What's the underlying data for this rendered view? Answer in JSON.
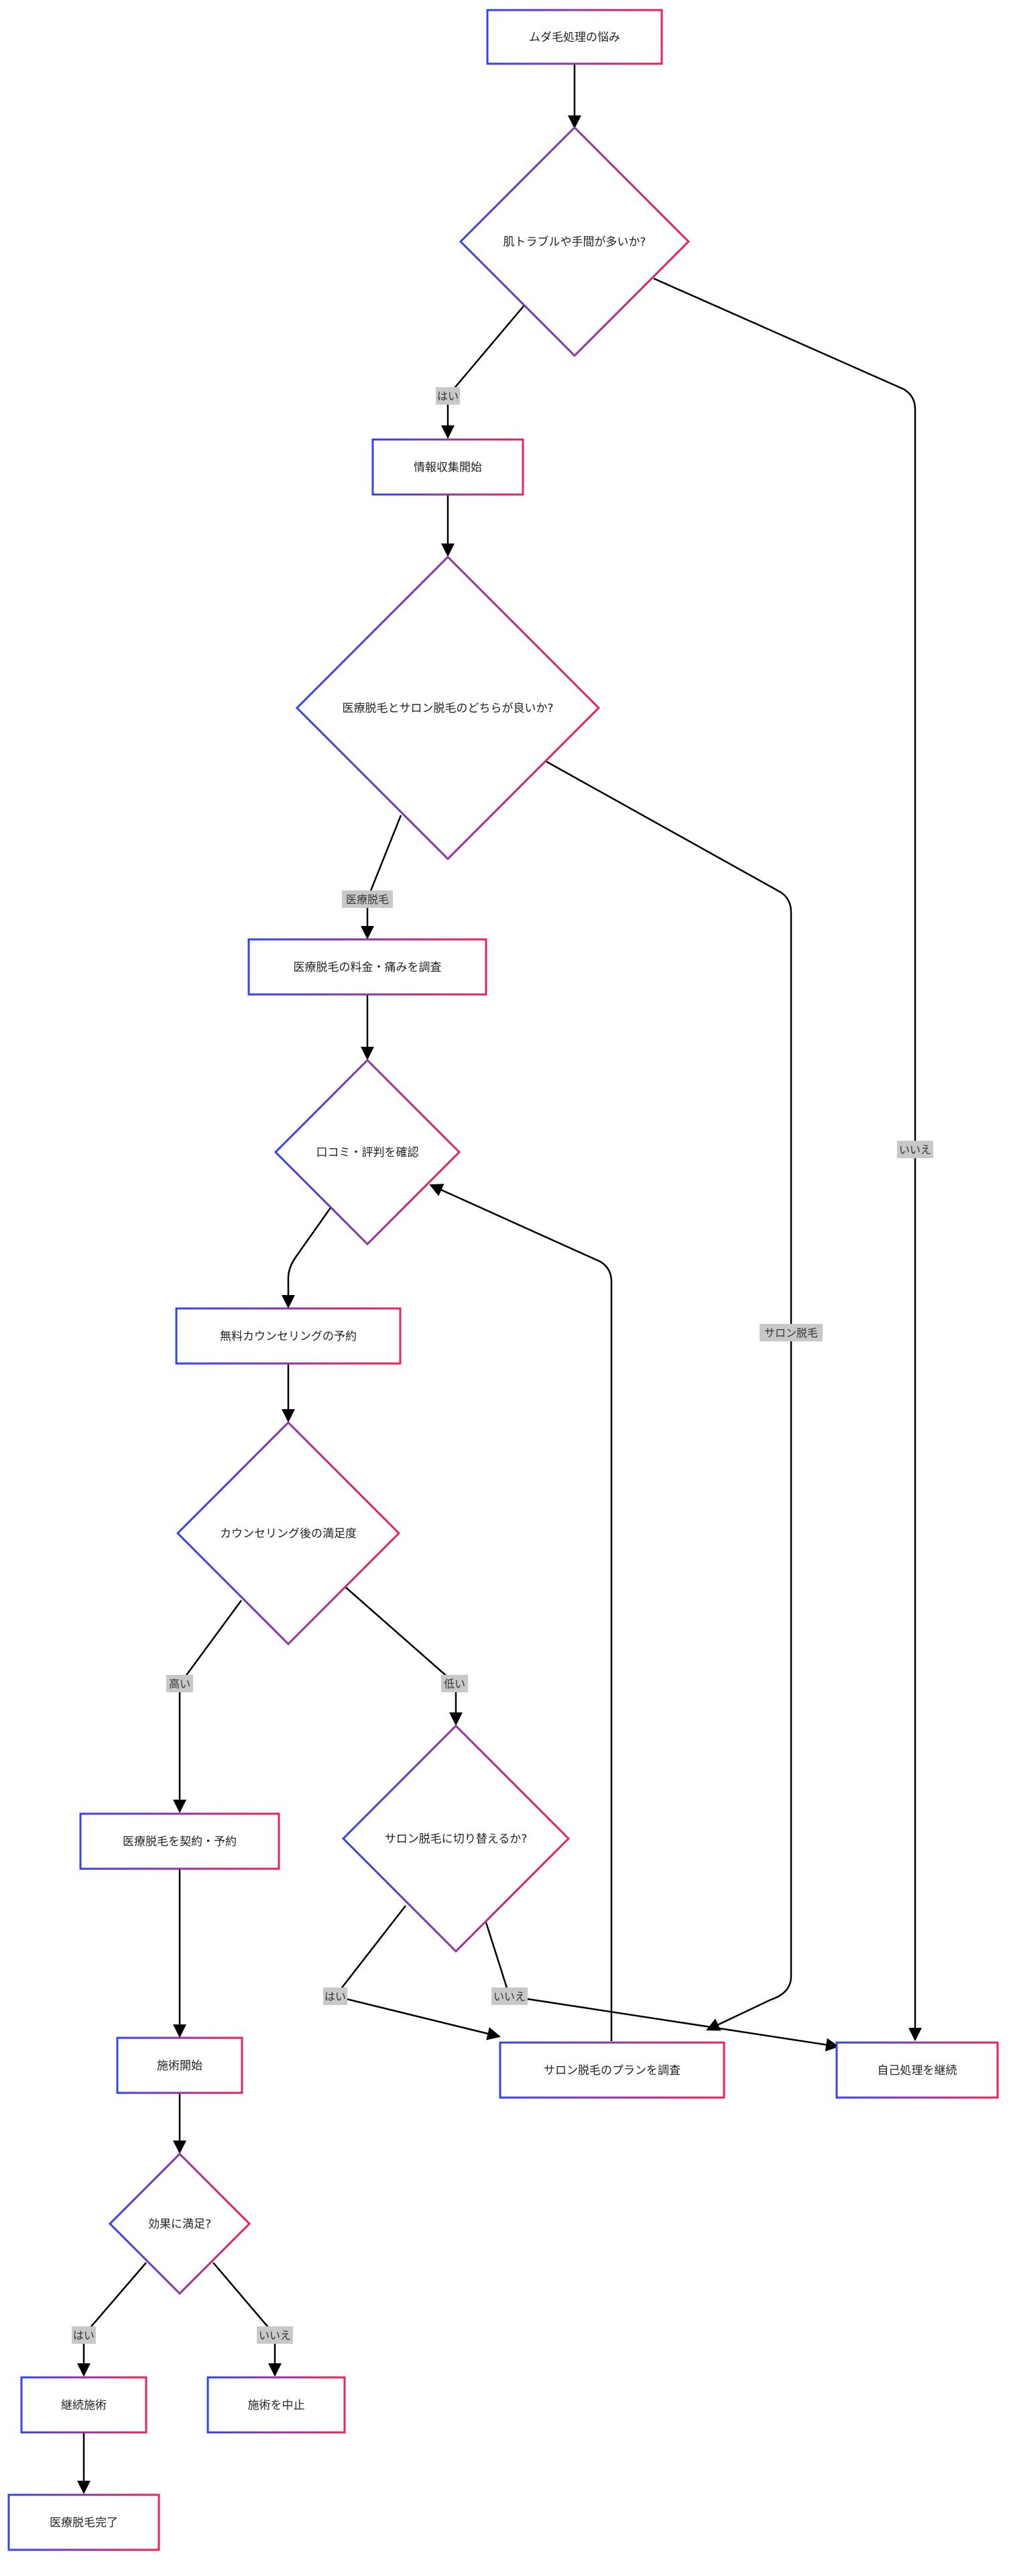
{
  "diagram": {
    "type": "flowchart",
    "style": {
      "border_start": "#3344ee",
      "border_end": "#ee2255",
      "edge_color": "#000000",
      "label_bg": "#c8c8c8"
    },
    "nodes": {
      "start": "ムダ毛処理の悩み",
      "q_trouble": "肌トラブルや手間が多いか?",
      "research": "情報収集開始",
      "q_type": "医療脱毛とサロン脱毛のどちらが良いか?",
      "medical_research": "医療脱毛の料金・痛みを調査",
      "reviews": "口コミ・評判を確認",
      "counseling": "無料カウンセリングの予約",
      "q_satisfaction": "カウンセリング後の満足度",
      "contract": "医療脱毛を契約・予約",
      "q_switch": "サロン脱毛に切り替えるか?",
      "treatment_start": "施術開始",
      "salon_plan": "サロン脱毛のプランを調査",
      "self_care": "自己処理を継続",
      "q_effect": "効果に満足?",
      "continue": "継続施術",
      "stop": "施術を中止",
      "complete": "医療脱毛完了"
    },
    "edge_labels": {
      "yes1": "はい",
      "no1": "いいえ",
      "medical": "医療脱毛",
      "salon": "サロン脱毛",
      "high": "高い",
      "low": "低い",
      "yes2": "はい",
      "no2": "いいえ",
      "yes3": "はい",
      "no3": "いいえ"
    }
  }
}
